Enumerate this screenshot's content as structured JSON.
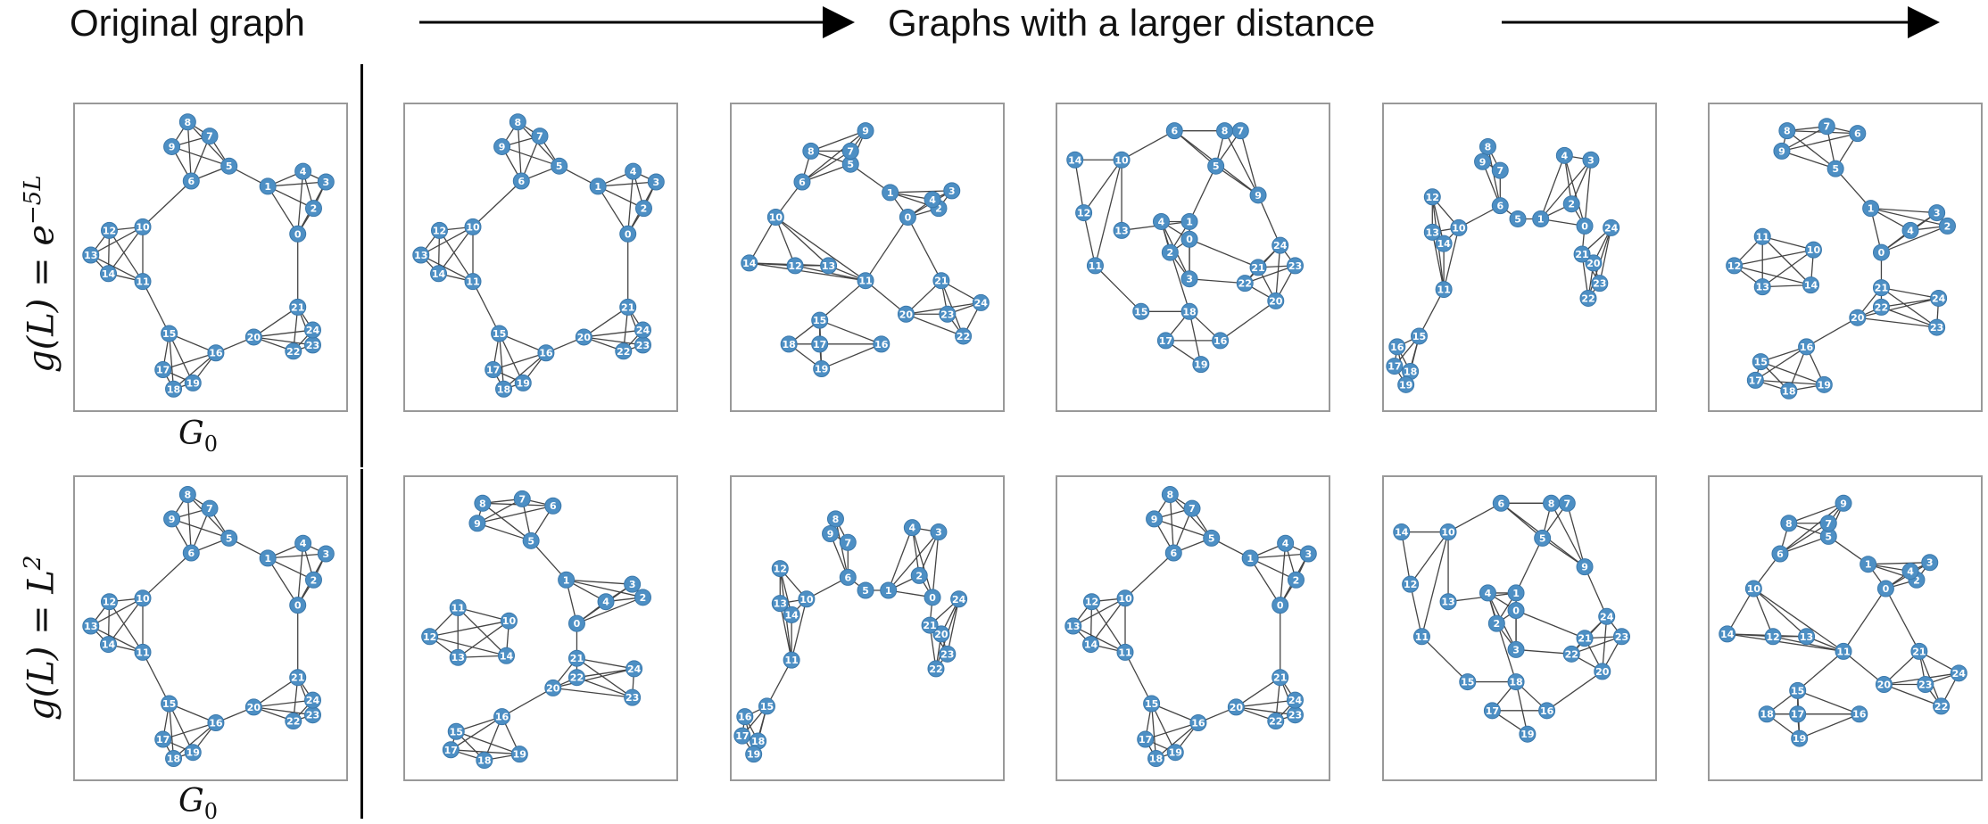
{
  "header": {
    "left_title": "Original graph",
    "right_title": "Graphs with a larger distance"
  },
  "rows": [
    {
      "label_main": "g(L) = e",
      "label_sup": "−5L",
      "original_caption": "G",
      "original_caption_sub": "0"
    },
    {
      "label_main": "g(L) = L",
      "label_sup": "2",
      "original_caption": "G",
      "original_caption_sub": "0"
    }
  ],
  "colors": {
    "node": "#4d8fc4",
    "edge": "#444444",
    "panel_border": "#999999"
  },
  "graphs": {
    "ring": {
      "nodes": [
        "0",
        "1",
        "2",
        "3",
        "4",
        "5",
        "6",
        "7",
        "8",
        "9",
        "10",
        "11",
        "12",
        "13",
        "14",
        "15",
        "16",
        "17",
        "18",
        "19",
        "20",
        "21",
        "22",
        "23",
        "24"
      ],
      "edges": [
        [
          "0",
          "1"
        ],
        [
          "0",
          "2"
        ],
        [
          "0",
          "3"
        ],
        [
          "0",
          "4"
        ],
        [
          "1",
          "2"
        ],
        [
          "1",
          "3"
        ],
        [
          "1",
          "4"
        ],
        [
          "2",
          "3"
        ],
        [
          "2",
          "4"
        ],
        [
          "3",
          "4"
        ],
        [
          "1",
          "5"
        ],
        [
          "5",
          "6"
        ],
        [
          "5",
          "7"
        ],
        [
          "5",
          "8"
        ],
        [
          "5",
          "9"
        ],
        [
          "6",
          "7"
        ],
        [
          "6",
          "8"
        ],
        [
          "6",
          "9"
        ],
        [
          "7",
          "8"
        ],
        [
          "7",
          "9"
        ],
        [
          "8",
          "9"
        ],
        [
          "6",
          "10"
        ],
        [
          "10",
          "11"
        ],
        [
          "10",
          "12"
        ],
        [
          "10",
          "13"
        ],
        [
          "10",
          "14"
        ],
        [
          "11",
          "12"
        ],
        [
          "11",
          "13"
        ],
        [
          "11",
          "14"
        ],
        [
          "12",
          "13"
        ],
        [
          "12",
          "14"
        ],
        [
          "13",
          "14"
        ],
        [
          "11",
          "15"
        ],
        [
          "15",
          "16"
        ],
        [
          "15",
          "17"
        ],
        [
          "15",
          "18"
        ],
        [
          "15",
          "19"
        ],
        [
          "16",
          "17"
        ],
        [
          "16",
          "18"
        ],
        [
          "16",
          "19"
        ],
        [
          "17",
          "18"
        ],
        [
          "17",
          "19"
        ],
        [
          "18",
          "19"
        ],
        [
          "16",
          "20"
        ],
        [
          "20",
          "21"
        ],
        [
          "20",
          "22"
        ],
        [
          "20",
          "23"
        ],
        [
          "20",
          "24"
        ],
        [
          "21",
          "22"
        ],
        [
          "21",
          "23"
        ],
        [
          "21",
          "24"
        ],
        [
          "22",
          "23"
        ],
        [
          "22",
          "24"
        ],
        [
          "23",
          "24"
        ],
        [
          "0",
          "21"
        ]
      ]
    },
    "split": {
      "nodes": [
        "0",
        "1",
        "2",
        "3",
        "4",
        "5",
        "6",
        "7",
        "8",
        "9",
        "10",
        "11",
        "12",
        "13",
        "14",
        "15",
        "16",
        "17",
        "18",
        "19",
        "20",
        "21",
        "22",
        "23",
        "24"
      ],
      "edges": [
        [
          "0",
          "1"
        ],
        [
          "0",
          "2"
        ],
        [
          "0",
          "3"
        ],
        [
          "0",
          "4"
        ],
        [
          "1",
          "2"
        ],
        [
          "1",
          "3"
        ],
        [
          "1",
          "4"
        ],
        [
          "2",
          "3"
        ],
        [
          "2",
          "4"
        ],
        [
          "3",
          "4"
        ],
        [
          "1",
          "5"
        ],
        [
          "5",
          "6"
        ],
        [
          "5",
          "7"
        ],
        [
          "5",
          "8"
        ],
        [
          "5",
          "9"
        ],
        [
          "6",
          "7"
        ],
        [
          "6",
          "8"
        ],
        [
          "6",
          "9"
        ],
        [
          "7",
          "8"
        ],
        [
          "7",
          "9"
        ],
        [
          "8",
          "9"
        ],
        [
          "10",
          "11"
        ],
        [
          "10",
          "12"
        ],
        [
          "10",
          "13"
        ],
        [
          "10",
          "14"
        ],
        [
          "11",
          "12"
        ],
        [
          "11",
          "13"
        ],
        [
          "11",
          "14"
        ],
        [
          "12",
          "13"
        ],
        [
          "12",
          "14"
        ],
        [
          "13",
          "14"
        ],
        [
          "15",
          "16"
        ],
        [
          "15",
          "17"
        ],
        [
          "15",
          "18"
        ],
        [
          "15",
          "19"
        ],
        [
          "16",
          "17"
        ],
        [
          "16",
          "18"
        ],
        [
          "16",
          "19"
        ],
        [
          "17",
          "18"
        ],
        [
          "17",
          "19"
        ],
        [
          "18",
          "19"
        ],
        [
          "16",
          "20"
        ],
        [
          "20",
          "21"
        ],
        [
          "20",
          "22"
        ],
        [
          "20",
          "23"
        ],
        [
          "20",
          "24"
        ],
        [
          "21",
          "22"
        ],
        [
          "21",
          "23"
        ],
        [
          "21",
          "24"
        ],
        [
          "22",
          "23"
        ],
        [
          "22",
          "24"
        ],
        [
          "23",
          "24"
        ],
        [
          "0",
          "21"
        ]
      ]
    },
    "chain": {
      "nodes": [
        "0",
        "1",
        "2",
        "3",
        "4",
        "5",
        "6",
        "7",
        "8",
        "9",
        "10",
        "11",
        "12",
        "13",
        "14",
        "15",
        "16",
        "17",
        "18",
        "19",
        "20",
        "21",
        "22",
        "23",
        "24"
      ],
      "edges": [
        [
          "0",
          "1"
        ],
        [
          "0",
          "2"
        ],
        [
          "0",
          "3"
        ],
        [
          "0",
          "4"
        ],
        [
          "1",
          "2"
        ],
        [
          "1",
          "3"
        ],
        [
          "1",
          "4"
        ],
        [
          "2",
          "3"
        ],
        [
          "2",
          "4"
        ],
        [
          "3",
          "4"
        ],
        [
          "1",
          "5"
        ],
        [
          "5",
          "6"
        ],
        [
          "6",
          "7"
        ],
        [
          "6",
          "8"
        ],
        [
          "6",
          "9"
        ],
        [
          "7",
          "8"
        ],
        [
          "7",
          "9"
        ],
        [
          "8",
          "9"
        ],
        [
          "6",
          "10"
        ],
        [
          "10",
          "11"
        ],
        [
          "10",
          "12"
        ],
        [
          "10",
          "13"
        ],
        [
          "10",
          "14"
        ],
        [
          "11",
          "12"
        ],
        [
          "11",
          "13"
        ],
        [
          "11",
          "14"
        ],
        [
          "12",
          "13"
        ],
        [
          "12",
          "14"
        ],
        [
          "13",
          "14"
        ],
        [
          "11",
          "15"
        ],
        [
          "15",
          "16"
        ],
        [
          "15",
          "17"
        ],
        [
          "15",
          "18"
        ],
        [
          "15",
          "19"
        ],
        [
          "16",
          "17"
        ],
        [
          "16",
          "18"
        ],
        [
          "16",
          "19"
        ],
        [
          "17",
          "18"
        ],
        [
          "17",
          "19"
        ],
        [
          "18",
          "19"
        ],
        [
          "0",
          "21"
        ],
        [
          "20",
          "21"
        ],
        [
          "20",
          "22"
        ],
        [
          "20",
          "23"
        ],
        [
          "20",
          "24"
        ],
        [
          "21",
          "22"
        ],
        [
          "21",
          "23"
        ],
        [
          "21",
          "24"
        ],
        [
          "22",
          "23"
        ],
        [
          "22",
          "24"
        ],
        [
          "23",
          "24"
        ]
      ]
    },
    "hub": {
      "nodes": [
        "0",
        "1",
        "2",
        "3",
        "4",
        "5",
        "6",
        "7",
        "8",
        "9",
        "10",
        "11",
        "12",
        "13",
        "14",
        "15",
        "16",
        "17",
        "18",
        "19",
        "20",
        "21",
        "22",
        "23",
        "24"
      ],
      "edges": [
        [
          "0",
          "1"
        ],
        [
          "0",
          "2"
        ],
        [
          "0",
          "3"
        ],
        [
          "0",
          "4"
        ],
        [
          "1",
          "2"
        ],
        [
          "1",
          "3"
        ],
        [
          "1",
          "4"
        ],
        [
          "2",
          "3"
        ],
        [
          "2",
          "4"
        ],
        [
          "3",
          "4"
        ],
        [
          "1",
          "5"
        ],
        [
          "5",
          "6"
        ],
        [
          "5",
          "7"
        ],
        [
          "5",
          "8"
        ],
        [
          "5",
          "9"
        ],
        [
          "6",
          "7"
        ],
        [
          "6",
          "8"
        ],
        [
          "6",
          "9"
        ],
        [
          "7",
          "8"
        ],
        [
          "7",
          "9"
        ],
        [
          "8",
          "9"
        ],
        [
          "6",
          "10"
        ],
        [
          "10",
          "11"
        ],
        [
          "10",
          "12"
        ],
        [
          "10",
          "13"
        ],
        [
          "10",
          "14"
        ],
        [
          "11",
          "12"
        ],
        [
          "11",
          "13"
        ],
        [
          "11",
          "14"
        ],
        [
          "12",
          "13"
        ],
        [
          "12",
          "14"
        ],
        [
          "13",
          "14"
        ],
        [
          "11",
          "0"
        ],
        [
          "11",
          "15"
        ],
        [
          "15",
          "16"
        ],
        [
          "15",
          "17"
        ],
        [
          "15",
          "18"
        ],
        [
          "15",
          "19"
        ],
        [
          "16",
          "17"
        ],
        [
          "16",
          "18"
        ],
        [
          "16",
          "19"
        ],
        [
          "17",
          "18"
        ],
        [
          "17",
          "19"
        ],
        [
          "18",
          "19"
        ],
        [
          "11",
          "20"
        ],
        [
          "20",
          "21"
        ],
        [
          "20",
          "22"
        ],
        [
          "20",
          "23"
        ],
        [
          "20",
          "24"
        ],
        [
          "21",
          "22"
        ],
        [
          "21",
          "23"
        ],
        [
          "21",
          "24"
        ],
        [
          "22",
          "23"
        ],
        [
          "22",
          "24"
        ],
        [
          "23",
          "24"
        ],
        [
          "0",
          "21"
        ]
      ]
    },
    "wide": {
      "nodes": [
        "0",
        "1",
        "2",
        "3",
        "4",
        "5",
        "6",
        "7",
        "8",
        "9",
        "10",
        "11",
        "12",
        "13",
        "14",
        "15",
        "16",
        "17",
        "18",
        "19",
        "20",
        "21",
        "22",
        "23",
        "24"
      ],
      "edges": [
        [
          "0",
          "1"
        ],
        [
          "0",
          "2"
        ],
        [
          "0",
          "3"
        ],
        [
          "0",
          "4"
        ],
        [
          "1",
          "2"
        ],
        [
          "1",
          "3"
        ],
        [
          "1",
          "4"
        ],
        [
          "2",
          "3"
        ],
        [
          "2",
          "4"
        ],
        [
          "3",
          "4"
        ],
        [
          "1",
          "5"
        ],
        [
          "1",
          "13"
        ],
        [
          "4",
          "18"
        ],
        [
          "5",
          "6"
        ],
        [
          "5",
          "7"
        ],
        [
          "5",
          "8"
        ],
        [
          "5",
          "9"
        ],
        [
          "6",
          "7"
        ],
        [
          "6",
          "8"
        ],
        [
          "6",
          "9"
        ],
        [
          "7",
          "8"
        ],
        [
          "7",
          "9"
        ],
        [
          "8",
          "9"
        ],
        [
          "6",
          "10"
        ],
        [
          "9",
          "24"
        ],
        [
          "10",
          "11"
        ],
        [
          "10",
          "12"
        ],
        [
          "10",
          "13"
        ],
        [
          "10",
          "14"
        ],
        [
          "11",
          "12"
        ],
        [
          "12",
          "14"
        ],
        [
          "11",
          "15"
        ],
        [
          "15",
          "18"
        ],
        [
          "18",
          "17"
        ],
        [
          "18",
          "19"
        ],
        [
          "18",
          "16"
        ],
        [
          "16",
          "17"
        ],
        [
          "17",
          "19"
        ],
        [
          "16",
          "20"
        ],
        [
          "20",
          "21"
        ],
        [
          "20",
          "22"
        ],
        [
          "20",
          "23"
        ],
        [
          "20",
          "24"
        ],
        [
          "21",
          "22"
        ],
        [
          "21",
          "23"
        ],
        [
          "21",
          "24"
        ],
        [
          "22",
          "23"
        ],
        [
          "22",
          "24"
        ],
        [
          "23",
          "24"
        ],
        [
          "3",
          "22"
        ],
        [
          "0",
          "21"
        ]
      ]
    }
  }
}
